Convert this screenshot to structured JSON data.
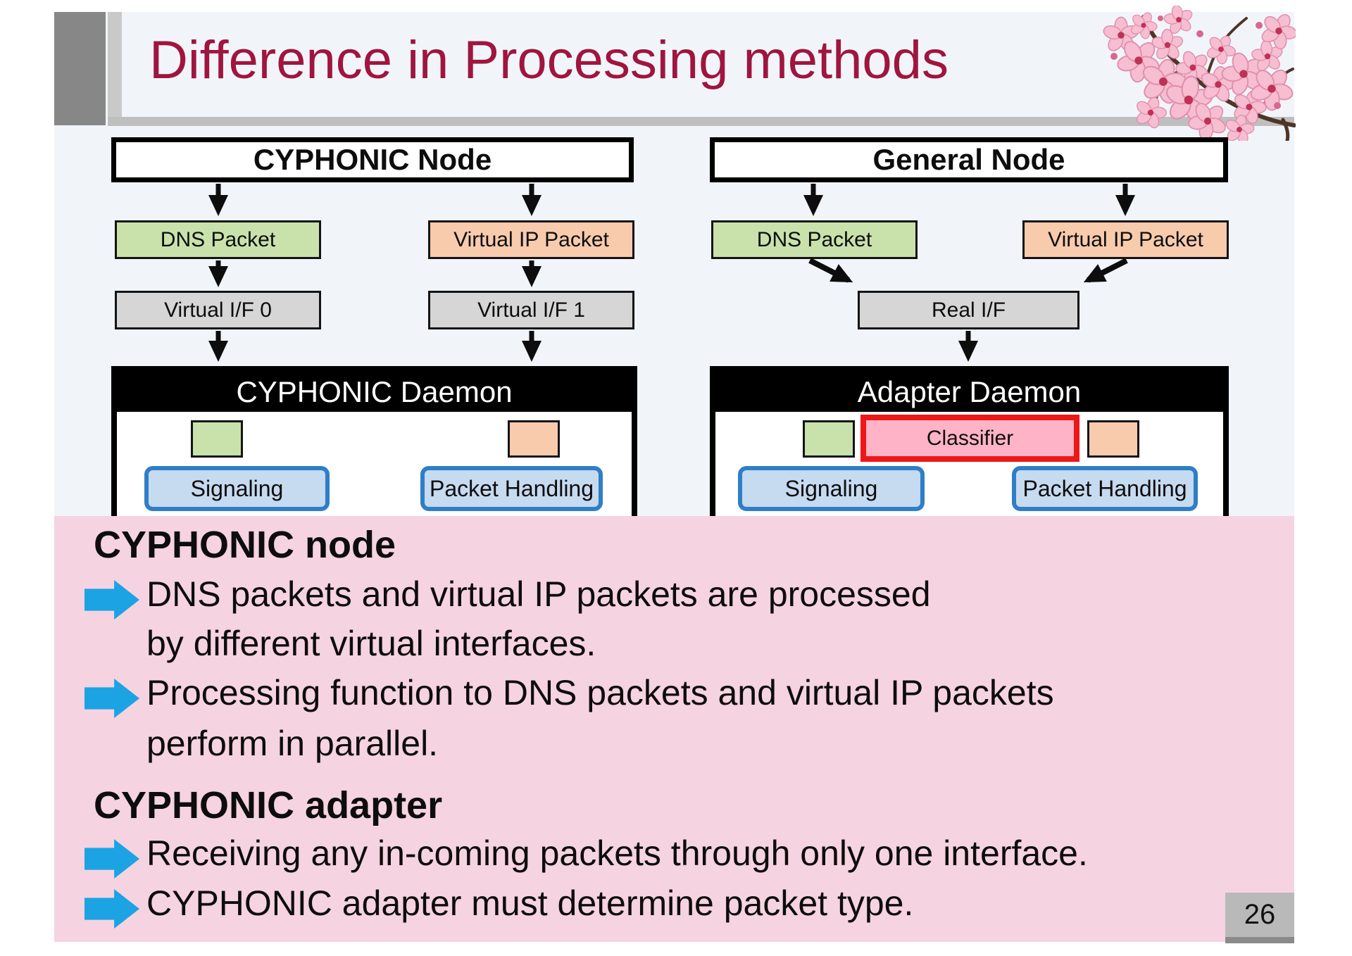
{
  "title": "Difference in Processing methods",
  "page_number": "26",
  "diagram": {
    "left": {
      "node_title": "CYPHONIC Node",
      "dns": "DNS Packet",
      "vip": "Virtual IP Packet",
      "vif0": "Virtual I/F 0",
      "vif1": "Virtual I/F 1",
      "daemon_title": "CYPHONIC Daemon",
      "signaling": "Signaling",
      "packet_handling": "Packet Handling"
    },
    "right": {
      "node_title": "General Node",
      "dns": "DNS Packet",
      "vip": "Virtual IP Packet",
      "real_if": "Real I/F",
      "daemon_title": "Adapter Daemon",
      "classifier": "Classifier",
      "signaling": "Signaling",
      "packet_handling": "Packet Handling"
    }
  },
  "notes": {
    "section1_title": "CYPHONIC node",
    "bullet1_line1": "DNS packets and virtual IP packets are processed",
    "bullet1_line2": "by different virtual interfaces.",
    "bullet2_line1": "Processing function to DNS packets and virtual IP packets",
    "bullet2_line2": "perform in parallel.",
    "section2_title": "CYPHONIC adapter",
    "bullet3": "Receiving any in-coming packets through only one interface.",
    "bullet4": "CYPHONIC adapter must determine packet type."
  },
  "colors": {
    "title_text": "#a0153f",
    "slide_bg": "#f1f5f9",
    "notes_panel_bg": "#f6d3e0",
    "bullet_arrow": "#1ba3e3",
    "green_box": "#c9e2ab",
    "orange_box": "#f8cbad",
    "gray_box": "#d6d6d6",
    "blue_box_fill": "#c6daf0",
    "blue_box_border": "#2f7ec7",
    "classifier_fill": "#ffb3c6",
    "classifier_border": "#ee1717",
    "daemon_header_bg": "#000000"
  }
}
